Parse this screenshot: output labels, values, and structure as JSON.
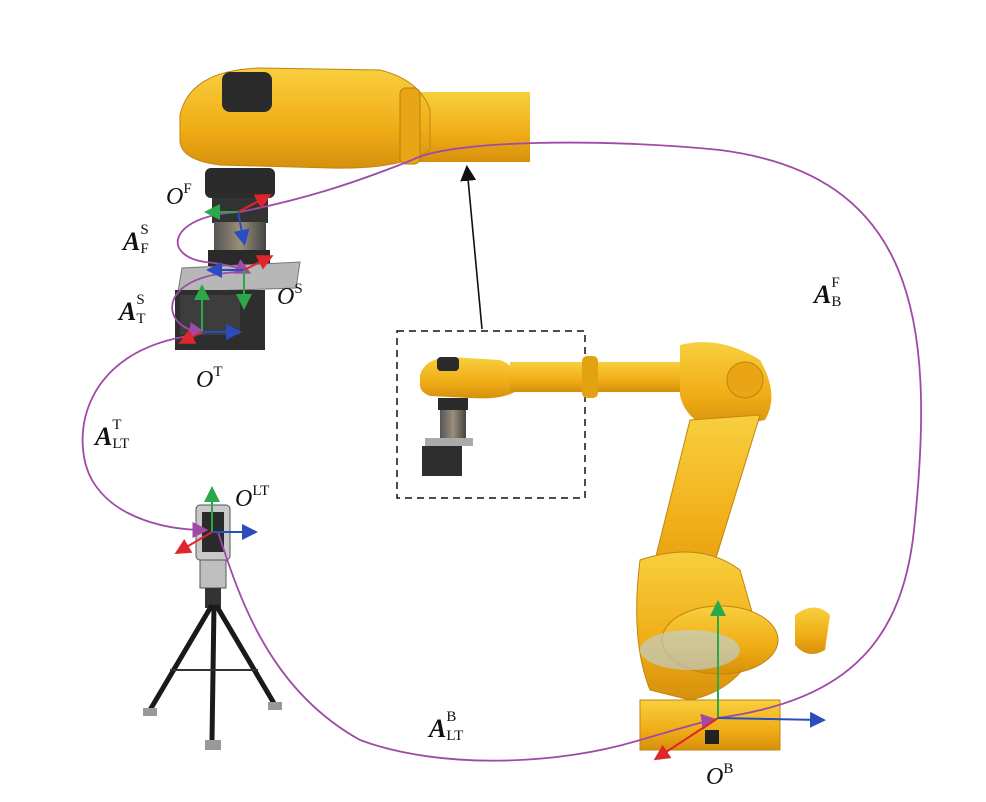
{
  "labels": {
    "o_f": {
      "base": "O",
      "sup": "F"
    },
    "o_s": {
      "base": "O",
      "sup": "S"
    },
    "o_t": {
      "base": "O",
      "sup": "T"
    },
    "o_lt": {
      "base": "O",
      "sup": "LT"
    },
    "o_b": {
      "base": "O",
      "sup": "B"
    },
    "a_f_s": {
      "base": "A",
      "sup": "S",
      "sub": "F"
    },
    "a_t_s": {
      "base": "A",
      "sup": "S",
      "sub": "T"
    },
    "a_lt_t": {
      "base": "A",
      "sup": "T",
      "sub": "LT"
    },
    "a_b_f": {
      "base": "A",
      "sup": "F",
      "sub": "B"
    },
    "a_lt_b": {
      "base": "A",
      "sup": "B",
      "sub": "LT"
    }
  },
  "colors": {
    "curve": "#a04aa8",
    "axis_red": "#e0262a",
    "axis_green": "#2aa84a",
    "axis_blue": "#2a4cc0",
    "robot_yellow": "#f2b21a",
    "robot_dark": "#2b2b2b"
  }
}
